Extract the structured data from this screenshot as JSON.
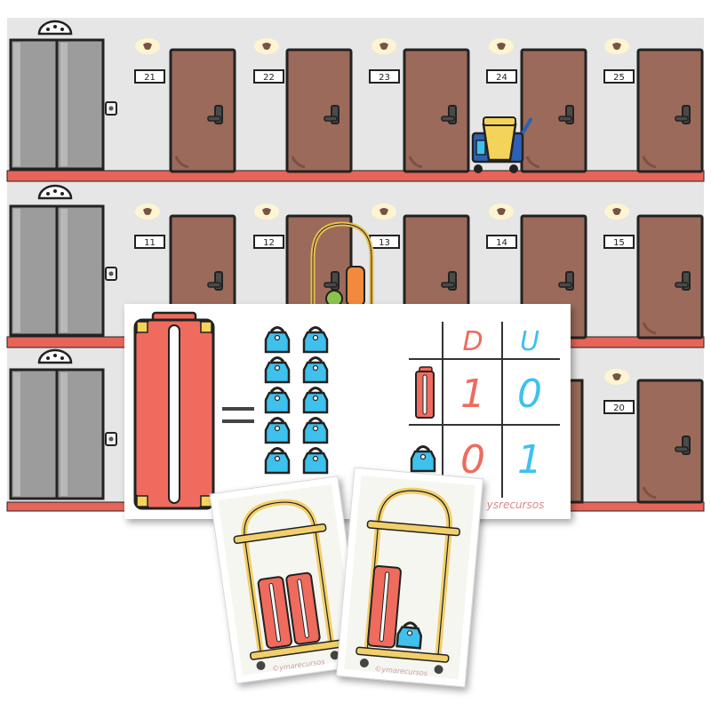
{
  "hotel": {
    "floors": [
      {
        "name": "top-floor",
        "rooms": [
          "21",
          "22",
          "23",
          "24",
          "25"
        ]
      },
      {
        "name": "middle-floor",
        "rooms": [
          "11",
          "12",
          "13",
          "14",
          "15"
        ]
      },
      {
        "name": "bottom-floor",
        "rooms": [
          "20"
        ]
      }
    ]
  },
  "place_value_card": {
    "headers": {
      "tens": "D",
      "units": "U"
    },
    "rows": [
      {
        "icon": "suitcase-icon",
        "tens": "1",
        "units": "0"
      },
      {
        "icon": "small-bag-icon",
        "tens": "0",
        "units": "1"
      }
    ],
    "watermark": "ysrecursos"
  },
  "cart_cards": [
    {
      "name": "two-suitcases-card",
      "watermark": "©ymarecursos"
    },
    {
      "name": "suitcase-and-bag-card",
      "watermark": "©ymarecursos"
    }
  ],
  "colors": {
    "wall": "#e6e6e6",
    "floor_stripe": "#e76458",
    "door": "#9b6a5a",
    "elevator": "#9c9c9c",
    "suitcase": "#ef6b5d",
    "bag": "#3ec1ec",
    "cart_frame": "#f2cf6b",
    "tens_digit": "#ef6b5d",
    "units_digit": "#3ec1ec"
  }
}
